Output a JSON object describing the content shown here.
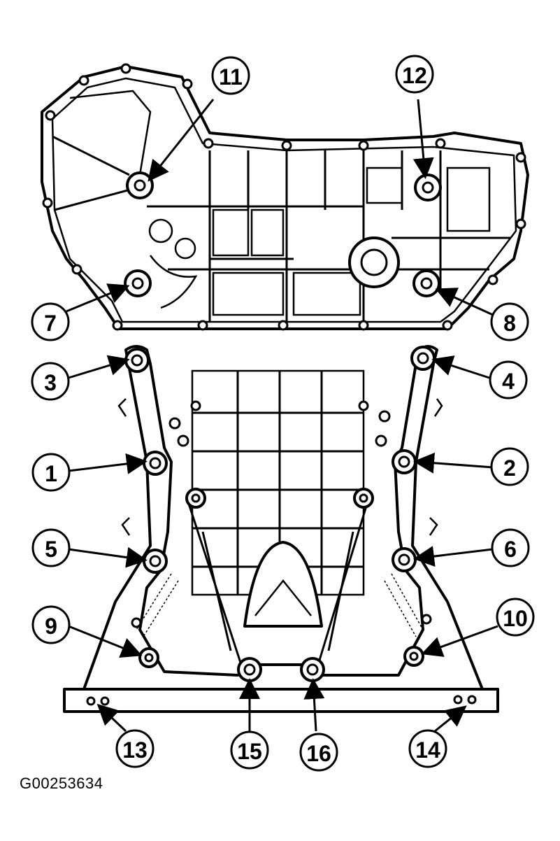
{
  "figure_id": "G00253634",
  "callouts": [
    {
      "label": "1"
    },
    {
      "label": "2"
    },
    {
      "label": "3"
    },
    {
      "label": "4"
    },
    {
      "label": "5"
    },
    {
      "label": "6"
    },
    {
      "label": "7"
    },
    {
      "label": "8"
    },
    {
      "label": "9"
    },
    {
      "label": "10"
    },
    {
      "label": "11"
    },
    {
      "label": "12"
    },
    {
      "label": "13"
    },
    {
      "label": "14"
    },
    {
      "label": "15"
    },
    {
      "label": "16"
    }
  ]
}
